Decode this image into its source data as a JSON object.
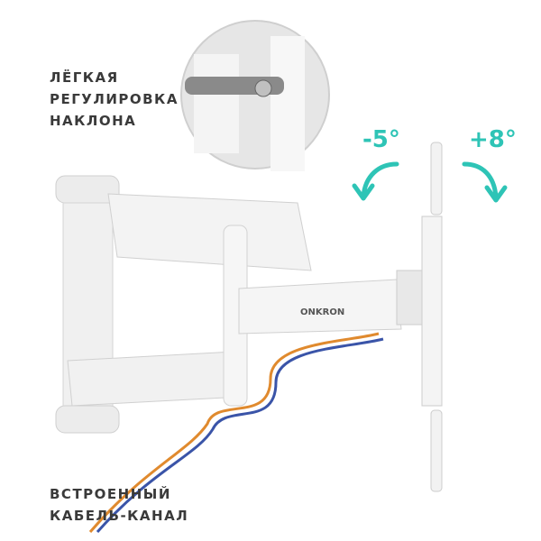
{
  "captions": {
    "tilt": [
      "ЛЁГКАЯ",
      "РЕГУЛИРОВКА",
      "НАКЛОНА"
    ],
    "cable": [
      "ВСТРОЕННЫЙ",
      "КАБЕЛЬ-КАНАЛ"
    ]
  },
  "angles": {
    "minus": "-5°",
    "plus": "+8°"
  },
  "brand": "ONKRON",
  "colors": {
    "accent": "#2ec4b6",
    "text": "#3a3a3a",
    "mount": "#f2f2f2"
  }
}
